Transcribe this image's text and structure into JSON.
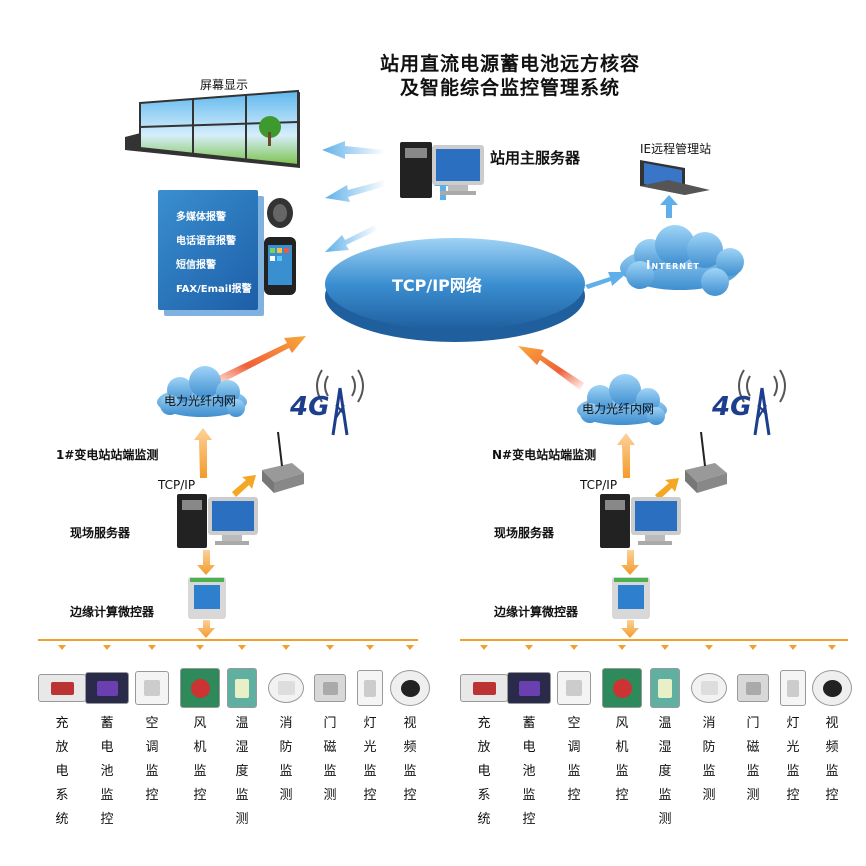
{
  "title": {
    "line1": "站用直流电源蓄电池远方核容",
    "line2": "及智能综合监控管理系统"
  },
  "screen_label": "屏幕显示",
  "main_server_label": "站用主服务器",
  "ie_station_label": "IE远程管理站",
  "internet_label": "Internet",
  "network_label": "TCP/IP网络",
  "alarms": [
    "多媒体报警",
    "电话语音报警",
    "短信报警",
    "FAX/Email报警"
  ],
  "substations": [
    {
      "fiber_label": "电力光纤内网",
      "g4_label": "4G",
      "station_label": "1#变电站站端监测",
      "tcpip_label": "TCP/IP",
      "server_label": "现场服务器",
      "controller_label": "边缘计算微控器",
      "devices": [
        {
          "name": "充放电系统",
          "icon": "charger-icon"
        },
        {
          "name": "蓄电池监控",
          "icon": "battery-icon"
        },
        {
          "name": "空调监控",
          "icon": "aircon-icon"
        },
        {
          "name": "风机监控",
          "icon": "fan-icon"
        },
        {
          "name": "温湿度监测",
          "icon": "thermo-icon"
        },
        {
          "name": "消防监测",
          "icon": "smoke-detector-icon"
        },
        {
          "name": "门磁监测",
          "icon": "door-sensor-icon"
        },
        {
          "name": "灯光监控",
          "icon": "bulb-icon"
        },
        {
          "name": "视频监控",
          "icon": "camera-icon"
        }
      ]
    },
    {
      "fiber_label": "电力光纤内网",
      "g4_label": "4G",
      "station_label": "N#变电站站端监测",
      "tcpip_label": "TCP/IP",
      "server_label": "现场服务器",
      "controller_label": "边缘计算微控器",
      "devices": [
        {
          "name": "充放电系统",
          "icon": "charger-icon"
        },
        {
          "name": "蓄电池监控",
          "icon": "battery-icon"
        },
        {
          "name": "空调监控",
          "icon": "aircon-icon"
        },
        {
          "name": "风机监控",
          "icon": "fan-icon"
        },
        {
          "name": "温湿度监测",
          "icon": "thermo-icon"
        },
        {
          "name": "消防监测",
          "icon": "smoke-detector-icon"
        },
        {
          "name": "门磁监测",
          "icon": "door-sensor-icon"
        },
        {
          "name": "灯光监控",
          "icon": "bulb-icon"
        },
        {
          "name": "视频监控",
          "icon": "camera-icon"
        }
      ]
    }
  ],
  "colors": {
    "network": "#3b8fd1",
    "cloud": "#4ea3de",
    "arrow_blue": "#5fb0ea",
    "arrow_orange": "#f5a623",
    "arrow_red": "#e8553a",
    "bus": "#f0a030"
  }
}
